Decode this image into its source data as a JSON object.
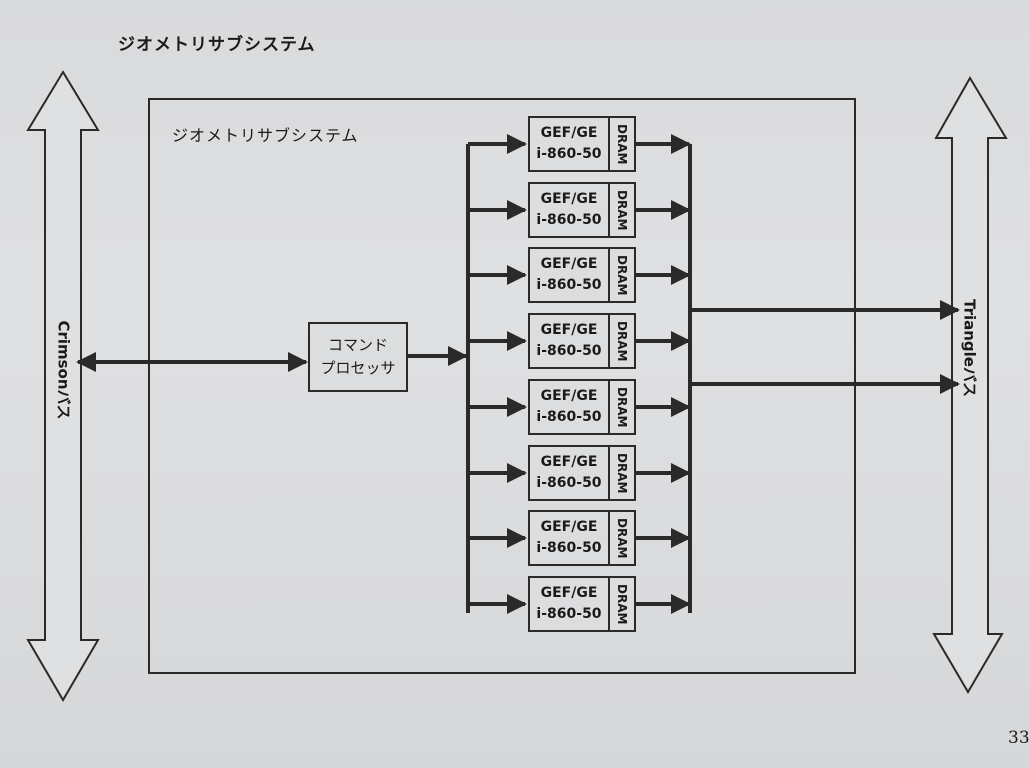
{
  "page": {
    "title": "ジオメトリサブシステム",
    "page_number": "33"
  },
  "subsystem": {
    "title": "ジオメトリサブシステム"
  },
  "buses": {
    "left_label": "Crimsonバス",
    "right_label": "Triangleバス"
  },
  "command_processor": {
    "line1": "コマンド",
    "line2": "プロセッサ"
  },
  "geometry_engines": [
    {
      "name": "GEF/GE",
      "cpu": "i-860-50",
      "memory": "DRAM"
    },
    {
      "name": "GEF/GE",
      "cpu": "i-860-50",
      "memory": "DRAM"
    },
    {
      "name": "GEF/GE",
      "cpu": "i-860-50",
      "memory": "DRAM"
    },
    {
      "name": "GEF/GE",
      "cpu": "i-860-50",
      "memory": "DRAM"
    },
    {
      "name": "GEF/GE",
      "cpu": "i-860-50",
      "memory": "DRAM"
    },
    {
      "name": "GEF/GE",
      "cpu": "i-860-50",
      "memory": "DRAM"
    },
    {
      "name": "GEF/GE",
      "cpu": "i-860-50",
      "memory": "DRAM"
    },
    {
      "name": "GEF/GE",
      "cpu": "i-860-50",
      "memory": "DRAM"
    }
  ],
  "colors": {
    "line": "#2a2a2a",
    "paper": "#dcdddf"
  }
}
